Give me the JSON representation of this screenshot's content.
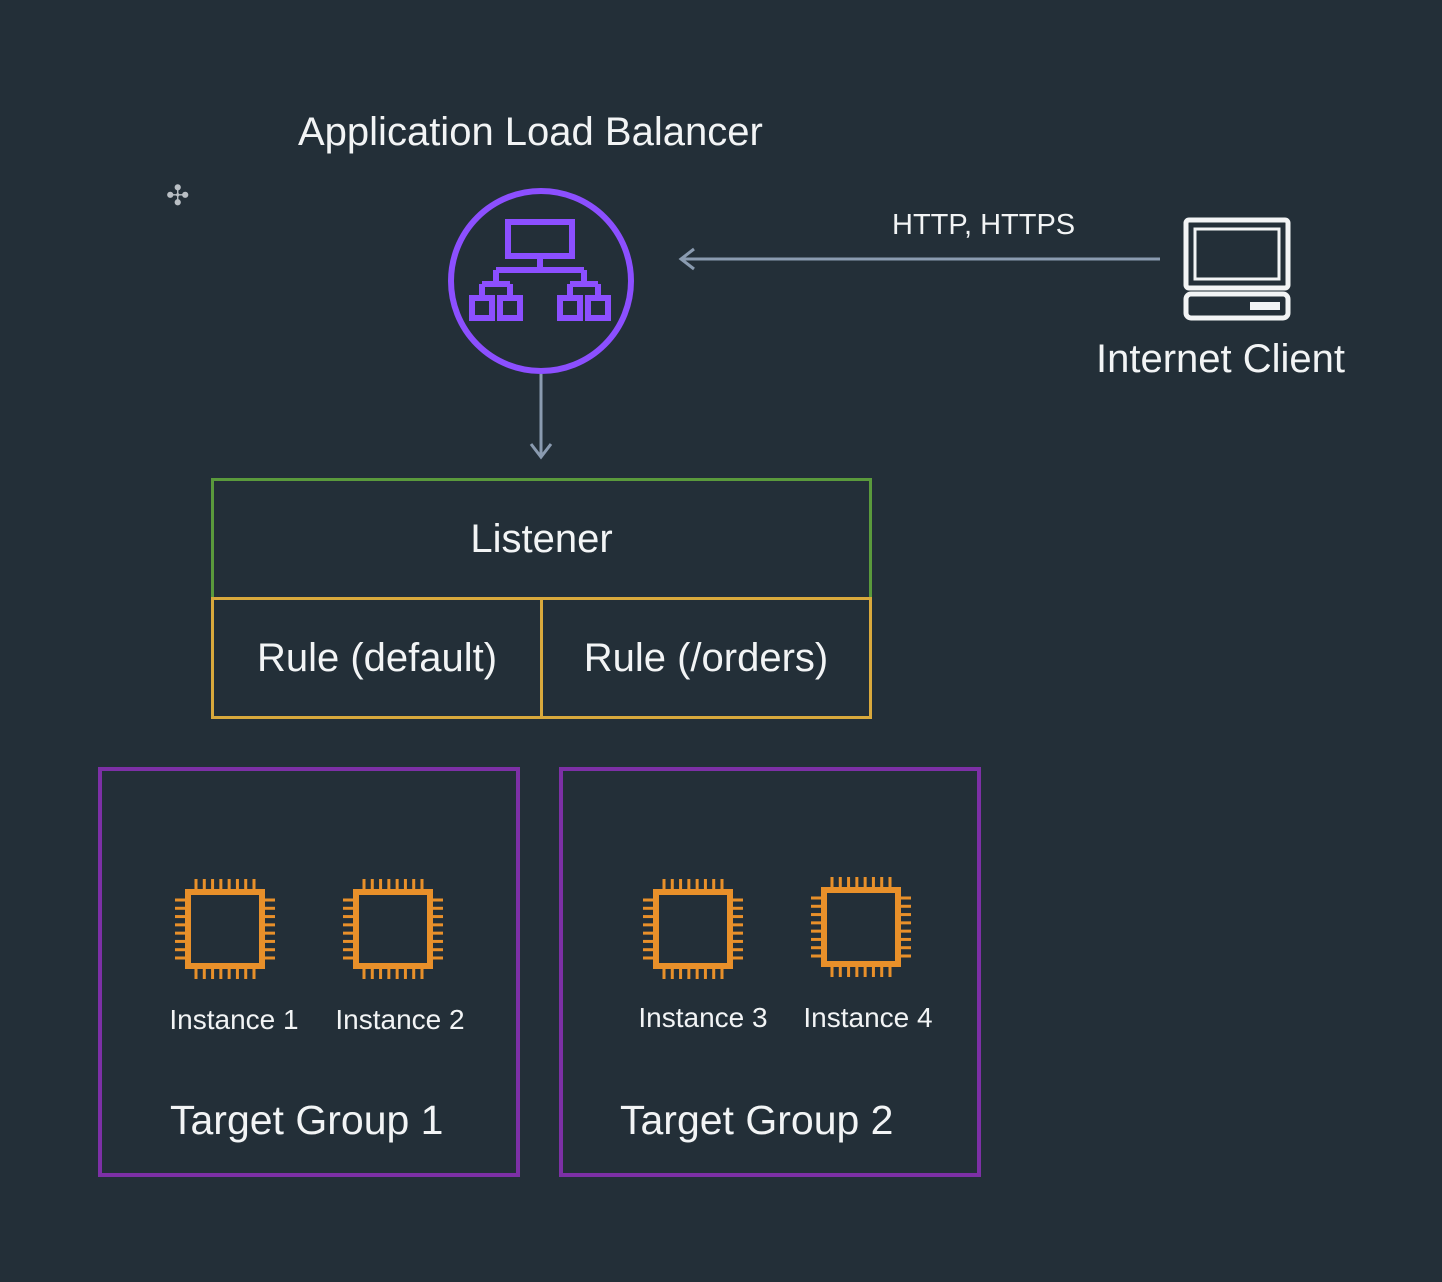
{
  "diagram": {
    "title": "Application Load Balancer",
    "protocol_label": "HTTP, HTTPS",
    "client_label": "Internet Client",
    "listener_label": "Listener",
    "rules": [
      "Rule (default)",
      "Rule (/orders)"
    ],
    "target_groups": [
      {
        "label": "Target Group 1",
        "instances": [
          "Instance 1",
          "Instance 2"
        ]
      },
      {
        "label": "Target Group 2",
        "instances": [
          "Instance 3",
          "Instance 4"
        ]
      }
    ]
  },
  "colors": {
    "background": "#232f38",
    "load_balancer": "#8c4fff",
    "listener_border": "#5a9a3c",
    "rule_border": "#d9a93c",
    "target_group_border": "#7d30a6",
    "instance_chip": "#e8902a",
    "arrow": "#8a9bb0"
  },
  "icons": {
    "load_balancer": "load-balancer-icon",
    "client": "laptop-icon",
    "instance": "ec2-chip-icon",
    "cursor": "move-cursor-icon"
  }
}
